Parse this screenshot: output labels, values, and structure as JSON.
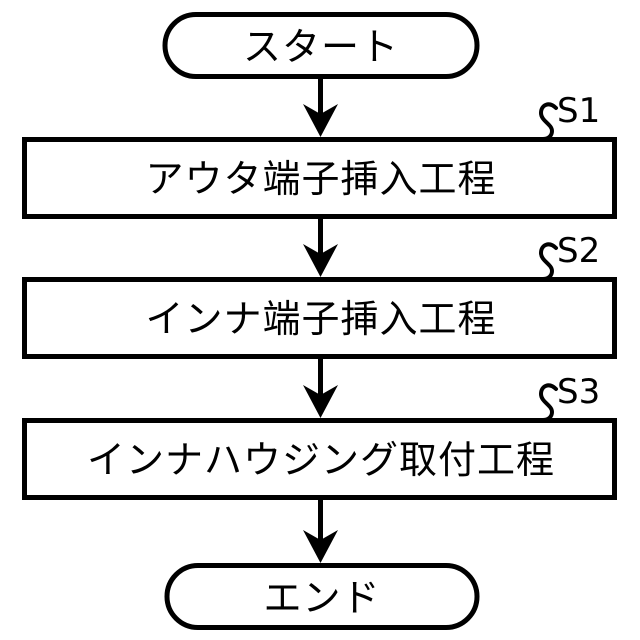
{
  "diagram": {
    "type": "flowchart",
    "orientation": "vertical",
    "language": "ja",
    "background_color": "#ffffff",
    "line_color": "#000000",
    "nodes": [
      {
        "id": "start",
        "shape": "terminator",
        "label": "スタート",
        "step_label": ""
      },
      {
        "id": "s1",
        "shape": "process",
        "label": "アウタ端子挿入工程",
        "step_label": "S1"
      },
      {
        "id": "s2",
        "shape": "process",
        "label": "インナ端子挿入工程",
        "step_label": "S2"
      },
      {
        "id": "s3",
        "shape": "process",
        "label": "インナハウジング取付工程",
        "step_label": "S3"
      },
      {
        "id": "end",
        "shape": "terminator",
        "label": "エンド",
        "step_label": ""
      }
    ],
    "edges": [
      {
        "from": "start",
        "to": "s1",
        "arrow": "down"
      },
      {
        "from": "s1",
        "to": "s2",
        "arrow": "down"
      },
      {
        "from": "s2",
        "to": "s3",
        "arrow": "down"
      },
      {
        "from": "s3",
        "to": "end",
        "arrow": "down"
      }
    ]
  }
}
